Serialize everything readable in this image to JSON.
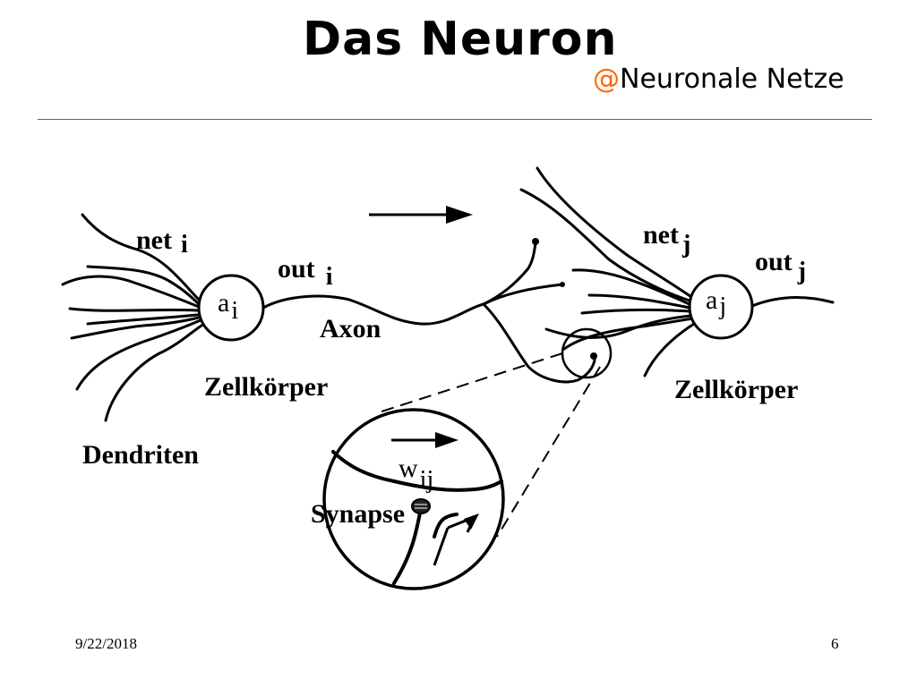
{
  "slide": {
    "title": "Das Neuron",
    "subtitle_at": "@",
    "subtitle_text": "Neuronale Netze",
    "accent_color": "#ff6600",
    "rule_color": "#5a5aa8"
  },
  "diagram": {
    "net_i": "net",
    "net_i_sub": "i",
    "out_i": "out",
    "out_i_sub": "i",
    "a_i": "a",
    "a_i_sub": "i",
    "axon": "Axon",
    "zellkoerper_left": "Zellkörper",
    "dendriten": "Dendriten",
    "net_j": "net",
    "net_j_sub": "j",
    "out_j": "out",
    "out_j_sub": "j",
    "a_j": "a",
    "a_j_sub": "j",
    "zellkoerper_right": "Zellkörper",
    "w_ij": "w",
    "w_ij_sub": "ij",
    "synapse": "Synapse"
  },
  "footer": {
    "date": "9/22/2018",
    "page": "6"
  }
}
